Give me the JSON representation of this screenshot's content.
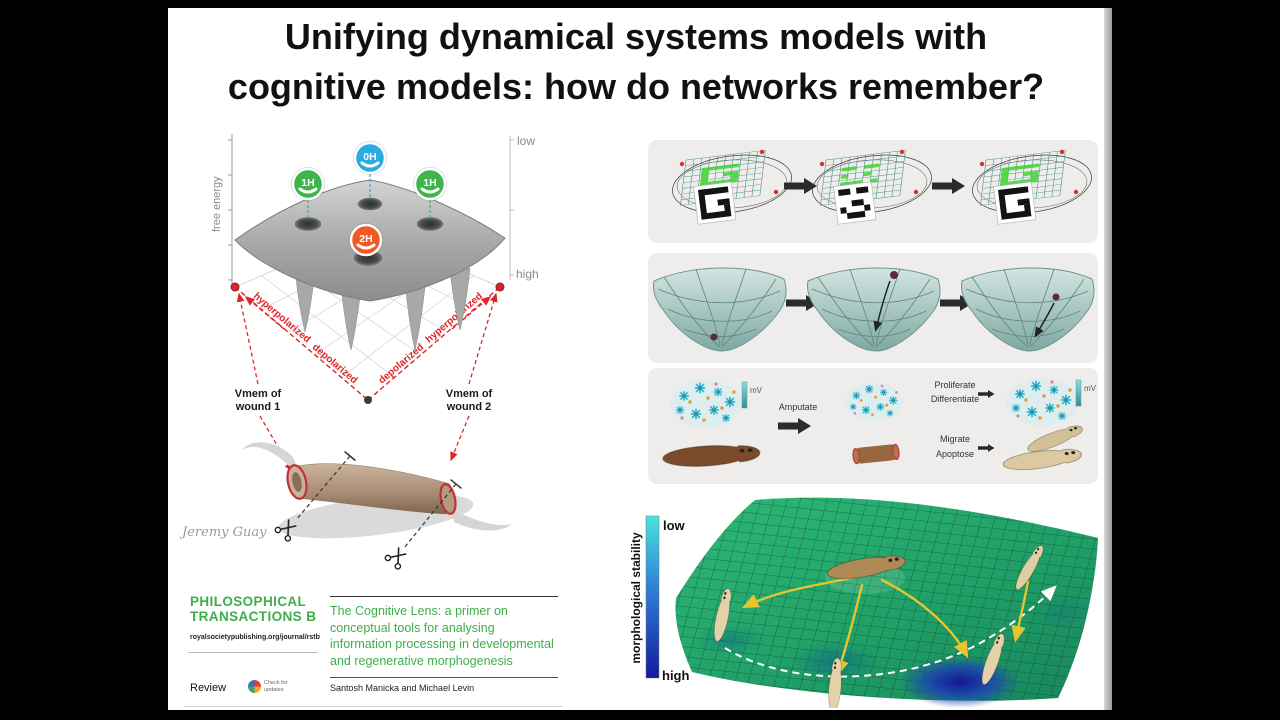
{
  "slide": {
    "title_line1": "Unifying dynamical systems models with",
    "title_line2": "cognitive models: how do networks remember?"
  },
  "energy_figure": {
    "free_energy_axis": "free energy",
    "scale_low": "low",
    "scale_high": "high",
    "badge_left": "1H",
    "badge_top": "0H",
    "badge_right": "1H",
    "badge_center": "2H",
    "hyperpolarized_left": "hyperpolarized",
    "depolarized_left": "depolarized",
    "depolarized_right": "depolarized",
    "hyperpolarized_right": "hyperpolarized",
    "wound1_line1": "Vmem of",
    "wound1_line2": "wound 1",
    "wound2_line1": "Vmem of",
    "wound2_line2": "wound 2",
    "credit": "Jeremy Guay"
  },
  "journal": {
    "brand_line1": "PHILOSOPHICAL",
    "brand_line2": "TRANSACTIONS B",
    "url": "royalsocietypublishing.org/journal/rstb",
    "review_label": "Review",
    "check_label": "Check for updates",
    "article_title": "The Cognitive Lens: a primer on conceptual tools for analysing information processing in developmental and regenerative morphogenesis",
    "authors": "Santosh Manicka and Michael Levin"
  },
  "cell_panel": {
    "mv_left": "mV",
    "mv_right": "mV",
    "amputate": "Amputate",
    "proliferate": "Proliferate",
    "differentiate": "Differentiate",
    "migrate": "Migrate",
    "apoptose": "Apoptose"
  },
  "morph_landscape": {
    "scale_low": "low",
    "scale_high": "high",
    "axis_label": "morphological stability"
  },
  "accents": {
    "green": "#3db54a",
    "blue": "#29abe2",
    "orange": "#f15a24",
    "journal_green": "#3fae49",
    "axis_red": "#e02428"
  }
}
